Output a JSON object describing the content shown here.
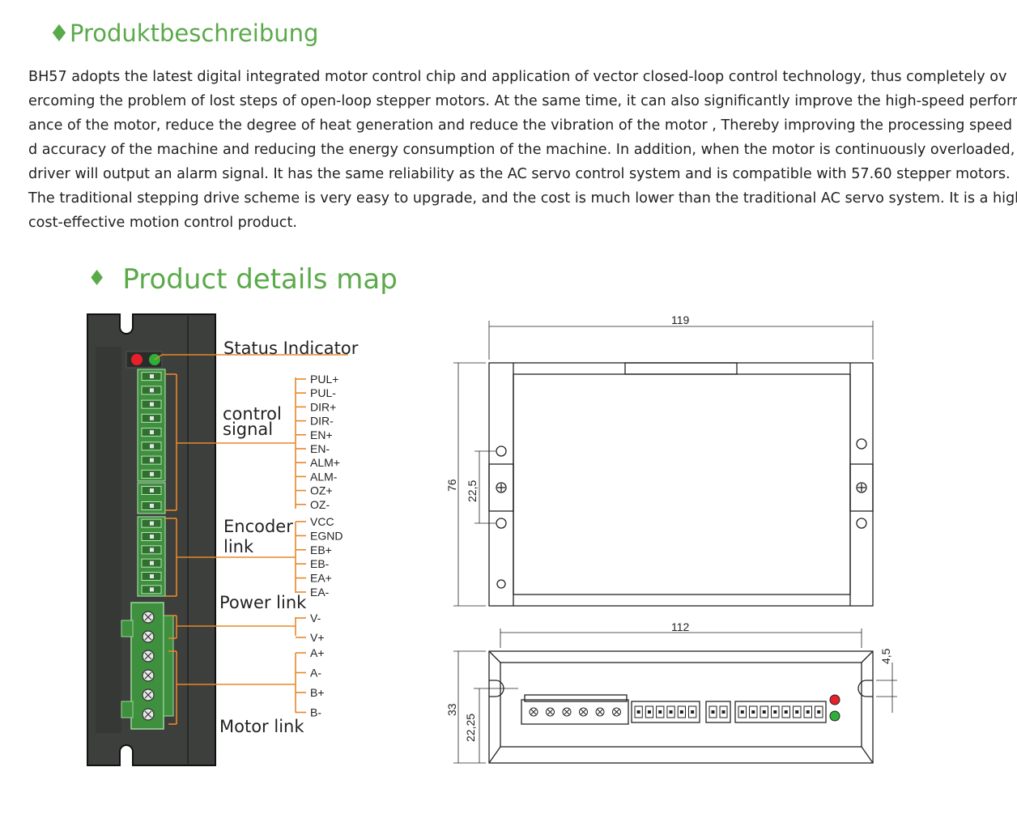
{
  "heading_de": "♦Produktbeschreibung",
  "description_lines": [
    "BH57 adopts the latest digital integrated motor control chip and application of vector closed-loop control technology, thus completely ov",
    "ercoming the problem of lost steps of open-loop stepper motors. At the same time, it can also significantly improve the high-speed perform",
    "ance of the motor, reduce the degree of heat generation and reduce the vibration of the motor , Thereby improving the processing speed an",
    "d accuracy of the machine and reducing the energy consumption of the machine. In addition, when the motor is continuously overloaded, the",
    "driver will output an alarm signal. It has the same reliability as the AC servo control system and is compatible with 57.60 stepper motors.",
    " The traditional stepping drive scheme is very easy to upgrade, and the cost is much lower than the traditional AC servo system. It is a highly",
    "cost-effective motion control product."
  ],
  "heading_en_bullet": "♦",
  "heading_en": "Product details map",
  "labels": {
    "status": "Status Indicator",
    "control_1": "control",
    "control_2": "signal",
    "encoder_1": "Encoder",
    "encoder_2": "link",
    "power": "Power link",
    "motor": "Motor link"
  },
  "control_pins": [
    "PUL+",
    "PUL-",
    "DIR+",
    "DIR-",
    "EN+",
    "EN-",
    "ALM+",
    "ALM-",
    "OZ+",
    "OZ-"
  ],
  "encoder_pins": [
    "VCC",
    "EGND",
    "EB+",
    "EB-",
    "EA+",
    "EA-"
  ],
  "power_pins": [
    "V-",
    "V+"
  ],
  "motor_pins": [
    "A+",
    "A-",
    "B+",
    "B-"
  ],
  "dimensions": {
    "top_width": "119",
    "top_height": "76",
    "hole_pitch": "22,5",
    "bottom_width": "112",
    "bottom_height": "33",
    "bottom_offset": "22,25",
    "slot": "4,5"
  },
  "colors": {
    "accent": "#5aaa4a",
    "leader": "#e8872a",
    "body": "#3c3f3c",
    "connector": "#4fb04f",
    "led_red": "#e8202a",
    "led_green": "#2fae3a"
  }
}
